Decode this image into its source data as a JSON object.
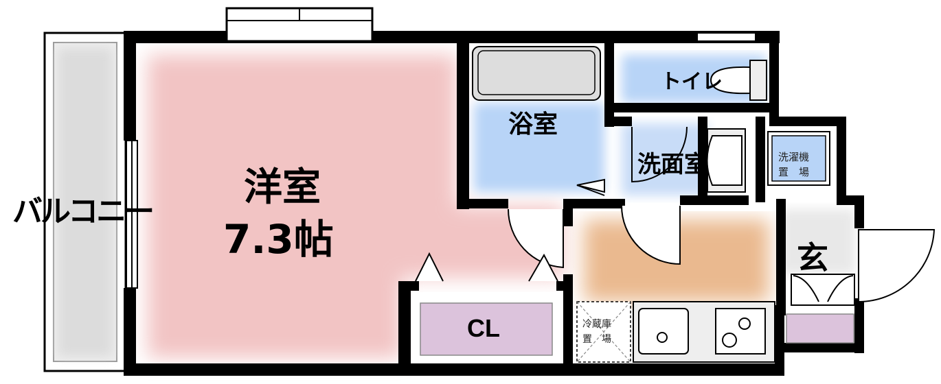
{
  "rooms": {
    "balcony": "バルコニー",
    "western_room": "洋室",
    "western_room_size": "7.3帖",
    "bath": "浴室",
    "toilet": "トイレ",
    "washroom": "洗面室",
    "washer_space_line1": "洗濯機",
    "washer_space_line2": "置　場",
    "entrance": "玄",
    "closet": "CL",
    "fridge_space_line1": "冷蔵庫",
    "fridge_space_line2": "置　場"
  },
  "colors": {
    "western_room": "#f2c4c4",
    "wet_area": "#b8d4f7",
    "kitchen": "#eab98f",
    "closet": "#dcc3dc",
    "wall": "#000000"
  }
}
